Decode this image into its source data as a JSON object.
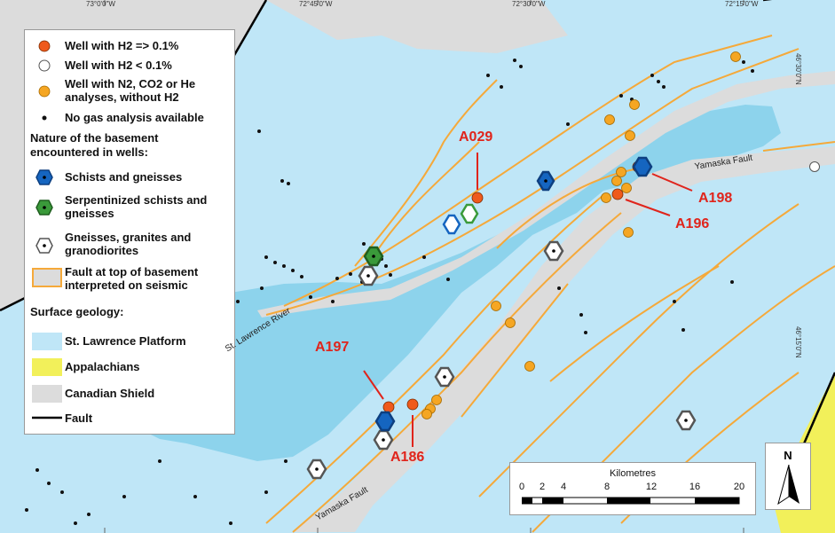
{
  "coords": {
    "top": [
      "73°0'0\"W",
      "72°45'0\"W",
      "72°30'0\"W",
      "72°15'0\"W"
    ],
    "right": [
      "46°30'0\"N",
      "46°15'0\"N"
    ]
  },
  "legend": {
    "wells": [
      {
        "label": "Well with H2 => 0.1%",
        "symbol": "red-dot"
      },
      {
        "label": "Well with H2 < 0.1%",
        "symbol": "white-dot"
      },
      {
        "label": "Well with N2, CO2 or He analyses, without H2",
        "symbol": "orange-dot"
      },
      {
        "label": "No gas analysis available",
        "symbol": "black-dot"
      }
    ],
    "basement_heading": "Nature of the basement encountered in wells:",
    "basement": [
      {
        "label": "Schists and gneisses",
        "color": "#1565c0"
      },
      {
        "label": "Serpentinized schists and gneisses",
        "color": "#3a9a3a"
      },
      {
        "label": "Gneisses, granites and granodiorites",
        "color": "#555555"
      }
    ],
    "fault_seismic": "Fault at top of basement interpreted on seismic",
    "surface_heading": "Surface geology:",
    "surface": [
      {
        "label": "St. Lawrence Platform",
        "color": "#bfe6f7"
      },
      {
        "label": "Appalachians",
        "color": "#f2f05a"
      },
      {
        "label": "Canadian Shield",
        "color": "#dcdcdc"
      }
    ],
    "fault_label": "Fault"
  },
  "well_labels": [
    "A029",
    "A198",
    "A196",
    "A197",
    "A186"
  ],
  "place_labels": {
    "river": "St. Lawrence River",
    "fault_ne": "Yamaska Fault",
    "fault_sw": "Yamaska Fault"
  },
  "scale": {
    "title": "Kilometres",
    "ticks": [
      "0",
      "2",
      "4",
      "8",
      "12",
      "16",
      "20"
    ]
  },
  "north": "N",
  "colors": {
    "platform": "#bfe6f7",
    "river": "#8dd3ec",
    "shield": "#dcdcdc",
    "appalachians": "#f2f05a",
    "fault_seismic": "#f5a93a",
    "h2_high": "#ef5a1c",
    "h2_other": "#f5a623"
  }
}
